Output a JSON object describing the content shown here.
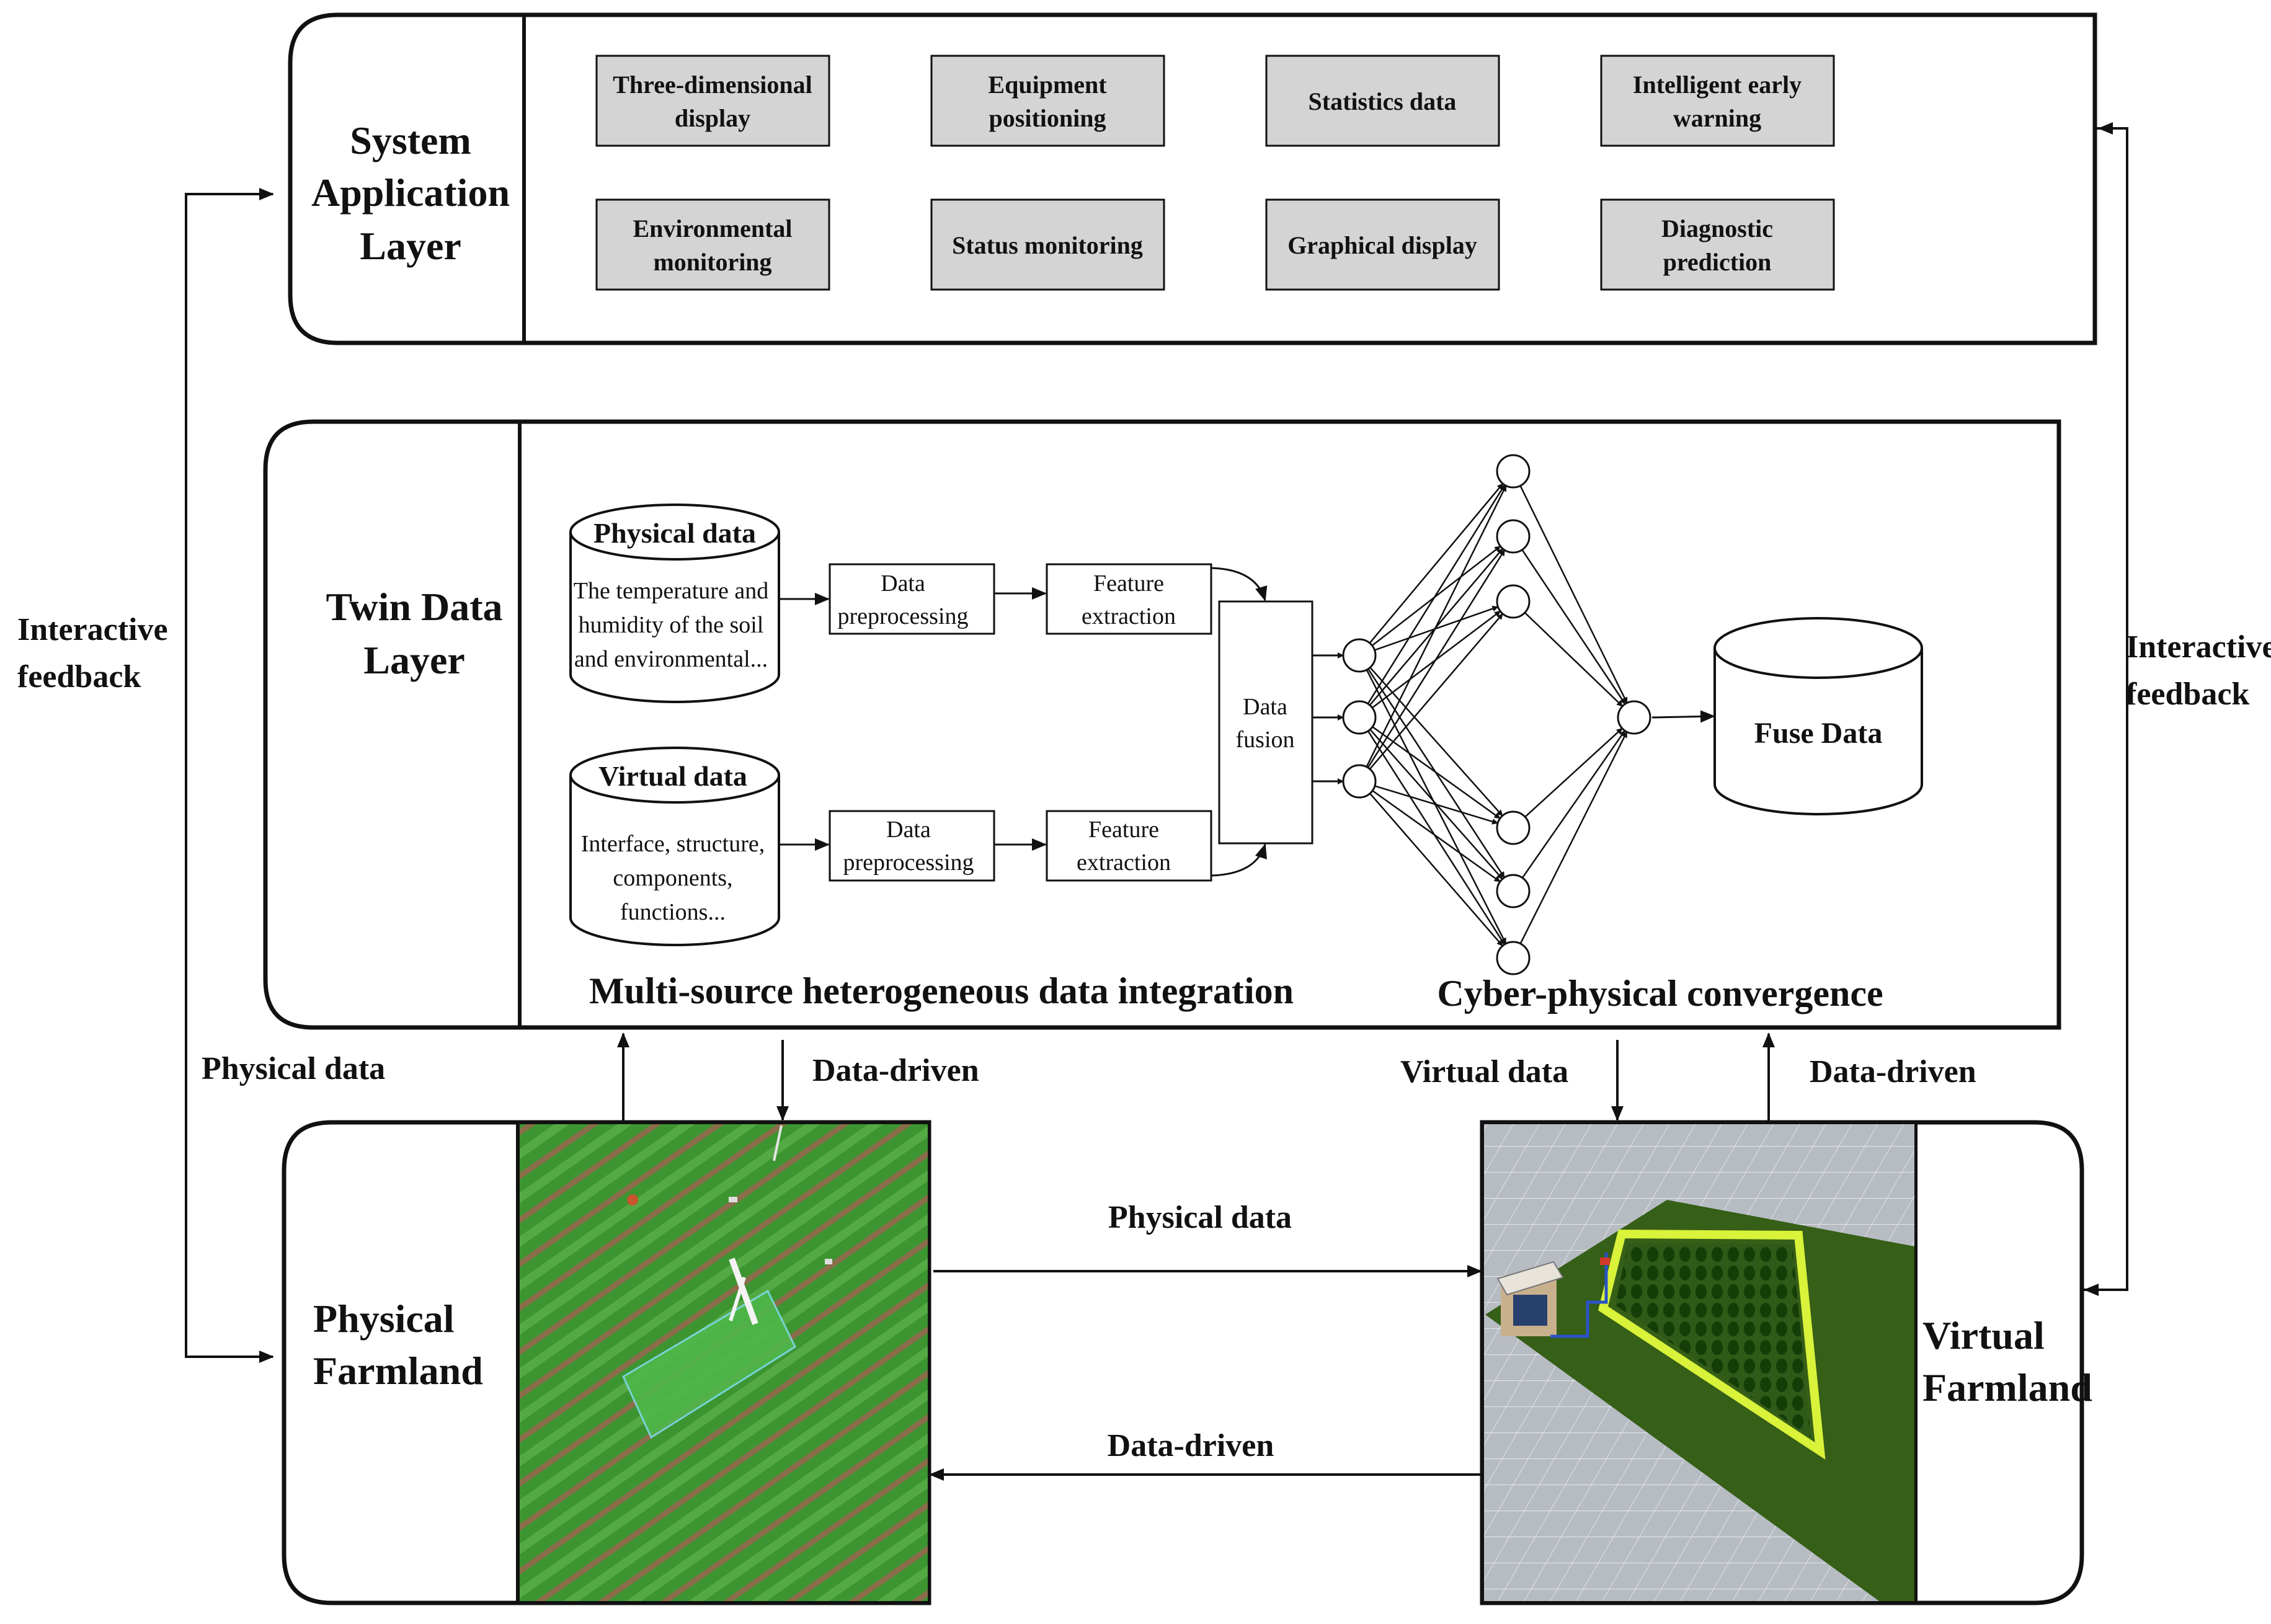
{
  "layers": {
    "application": {
      "title": [
        "System",
        "Application",
        "Layer"
      ],
      "modules": [
        [
          "Three-dimensional",
          "display"
        ],
        [
          "Equipment",
          "positioning"
        ],
        [
          "Statistics data"
        ],
        [
          "Intelligent early",
          "warning"
        ],
        [
          "Environmental",
          "monitoring"
        ],
        [
          "Status monitoring"
        ],
        [
          "Graphical display"
        ],
        [
          "Diagnostic",
          "prediction"
        ]
      ]
    },
    "twin": {
      "title": [
        "Twin Data",
        "Layer"
      ],
      "physical_db": {
        "title": "Physical data",
        "lines": [
          "The temperature and",
          "humidity of the soil",
          "and environmental..."
        ]
      },
      "virtual_db": {
        "title": "Virtual data",
        "lines": [
          "Interface, structure,",
          "components,",
          "functions..."
        ]
      },
      "preprocess_top": [
        "Data",
        "preprocessing"
      ],
      "preprocess_bottom": [
        "Data",
        "preprocessing"
      ],
      "feature_top": [
        "Feature",
        "extraction"
      ],
      "feature_bottom": [
        "Feature",
        "extraction"
      ],
      "fusion": [
        "Data",
        "fusion"
      ],
      "fuse_db": "Fuse Data",
      "caption_left": "Multi-source heterogeneous data integration",
      "caption_right": "Cyber-physical convergence"
    },
    "physical": {
      "title": [
        "Physical",
        "Farmland"
      ]
    },
    "virtual": {
      "title": [
        "Virtual",
        "Farmland"
      ]
    }
  },
  "flows": {
    "interactive_feedback_left": [
      "Interactive",
      "feedback"
    ],
    "interactive_feedback_right": [
      "Interactive",
      "feedback"
    ],
    "physical_data_left": "Physical data",
    "data_driven_left": "Data-driven",
    "virtual_data_right": "Virtual  data",
    "data_driven_right": "Data-driven",
    "physical_data_middle": "Physical data",
    "data_driven_middle": "Data-driven"
  },
  "colors": {
    "module_fill": "#d4d4d4",
    "field_green": "#3f9a34",
    "field_rows": "#9b6b52",
    "virtual_ground": "#b7bcc3",
    "virtual_plate": "#2f5a17",
    "virtual_fence": "#d9f23a"
  }
}
